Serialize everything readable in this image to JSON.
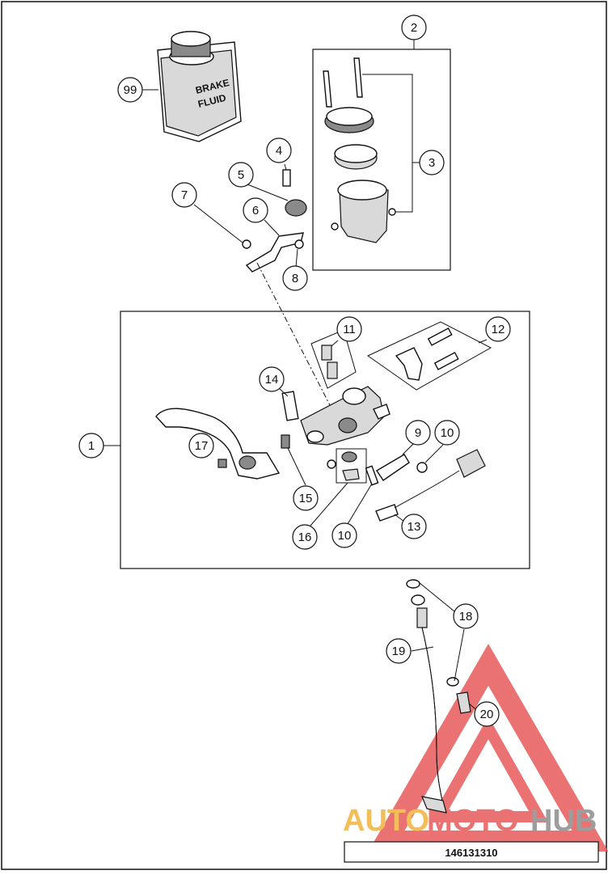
{
  "bottle": {
    "line1": "BRAKE",
    "line2": "FLUID"
  },
  "drawing_number": "146131310",
  "watermark": {
    "word_a": "AUTO",
    "word_b": "MOTO",
    "word_c": "HUB"
  },
  "callouts": {
    "c1": "1",
    "c2": "2",
    "c3": "3",
    "c4": "4",
    "c5": "5",
    "c6": "6",
    "c7": "7",
    "c8": "8",
    "c9": "9",
    "c10a": "10",
    "c10b": "10",
    "c11": "11",
    "c12": "12",
    "c13": "13",
    "c14": "14",
    "c15": "15",
    "c16": "16",
    "c17": "17",
    "c18": "18",
    "c19": "19",
    "c20": "20",
    "c99": "99"
  },
  "colors": {
    "watermark_red": "#e85a5a",
    "watermark_orange": "#f2b33d",
    "watermark_grey": "#8c8c8c"
  }
}
